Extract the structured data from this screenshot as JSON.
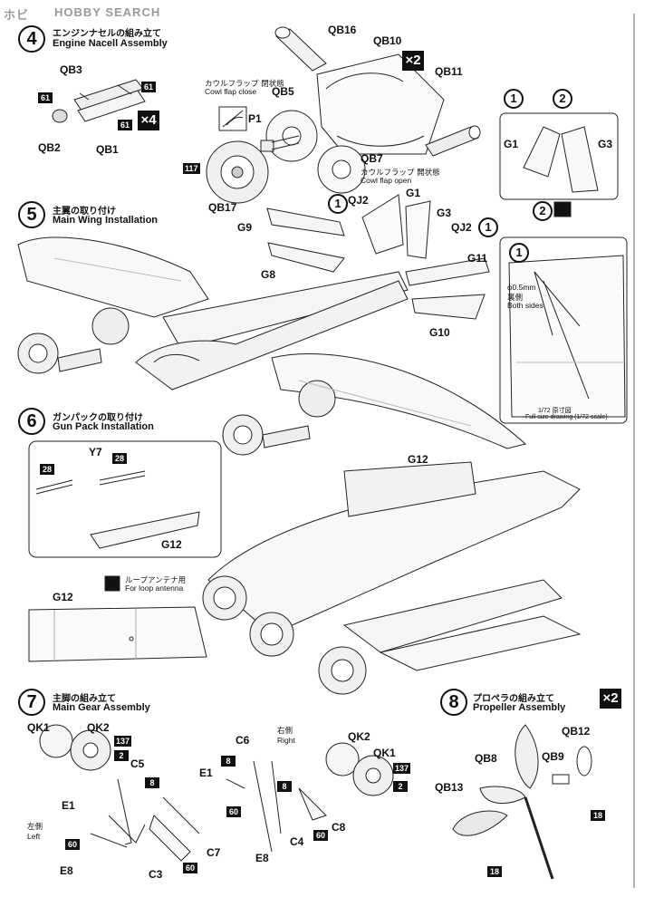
{
  "watermark": "HOBBY SEARCH",
  "watermark_jp": "ホビ",
  "steps": {
    "s4": {
      "num": "4",
      "title_jp": "エンジンナセルの組み立て",
      "title_en": "Engine Nacell Assembly"
    },
    "s5": {
      "num": "5",
      "title_jp": "主翼の取り付け",
      "title_en": "Main Wing Installation"
    },
    "s6": {
      "num": "6",
      "title_jp": "ガンパックの取り付け",
      "title_en": "Gun Pack Installation"
    },
    "s7": {
      "num": "7",
      "title_jp": "主脚の組み立て",
      "title_en": "Main Gear Assembly"
    },
    "s8": {
      "num": "8",
      "title_jp": "プロペラの組み立て",
      "title_en": "Propeller Assembly"
    }
  },
  "multipliers": {
    "engine_x4": "×4",
    "cowl_x2": "×2",
    "prop_x2": "×2"
  },
  "parts": {
    "QB1": "QB1",
    "QB2": "QB2",
    "QB3": "QB3",
    "QB5": "QB5",
    "QB7": "QB7",
    "QB8": "QB8",
    "QB9": "QB9",
    "QB10": "QB10",
    "QB11": "QB11",
    "QB12": "QB12",
    "QB13": "QB13",
    "QB16": "QB16",
    "QB17": "QB17",
    "P1": "P1",
    "G1": "G1",
    "G3": "G3",
    "G8": "G8",
    "G9": "G9",
    "G10": "G10",
    "G11": "G11",
    "G12": "G12",
    "QJ2": "QJ2",
    "Y7": "Y7",
    "QK1": "QK1",
    "QK2": "QK2",
    "C3": "C3",
    "C4": "C4",
    "C5": "C5",
    "C6": "C6",
    "C7": "C7",
    "C8": "C8",
    "E1": "E1",
    "E8": "E8"
  },
  "paint_codes": {
    "c61": "61",
    "c117": "117",
    "c28": "28",
    "c137": "137",
    "c2": "2",
    "c8": "8",
    "c60": "60",
    "c18": "18"
  },
  "cowl_flap": {
    "close_jp": "カウルフラップ 閉状態",
    "close_en": "Cowl flap close",
    "open_jp": "カウルフラップ 開状態",
    "open_en": "Cowl flap open"
  },
  "option_box": {
    "opt1": "1",
    "opt2": "2"
  },
  "drill": {
    "size": "φ0.5mm",
    "jp": "裏側",
    "en": "Both sides"
  },
  "scale_note": {
    "jp": "1/72 原寸図",
    "en": "Full size drawing (1/72 scale)"
  },
  "loop_antenna": {
    "jp": "ループアンテナ用",
    "en": "For loop antenna"
  },
  "gear_sides": {
    "right_jp": "右側",
    "right_en": "Right",
    "left_jp": "左側",
    "left_en": "Left"
  }
}
